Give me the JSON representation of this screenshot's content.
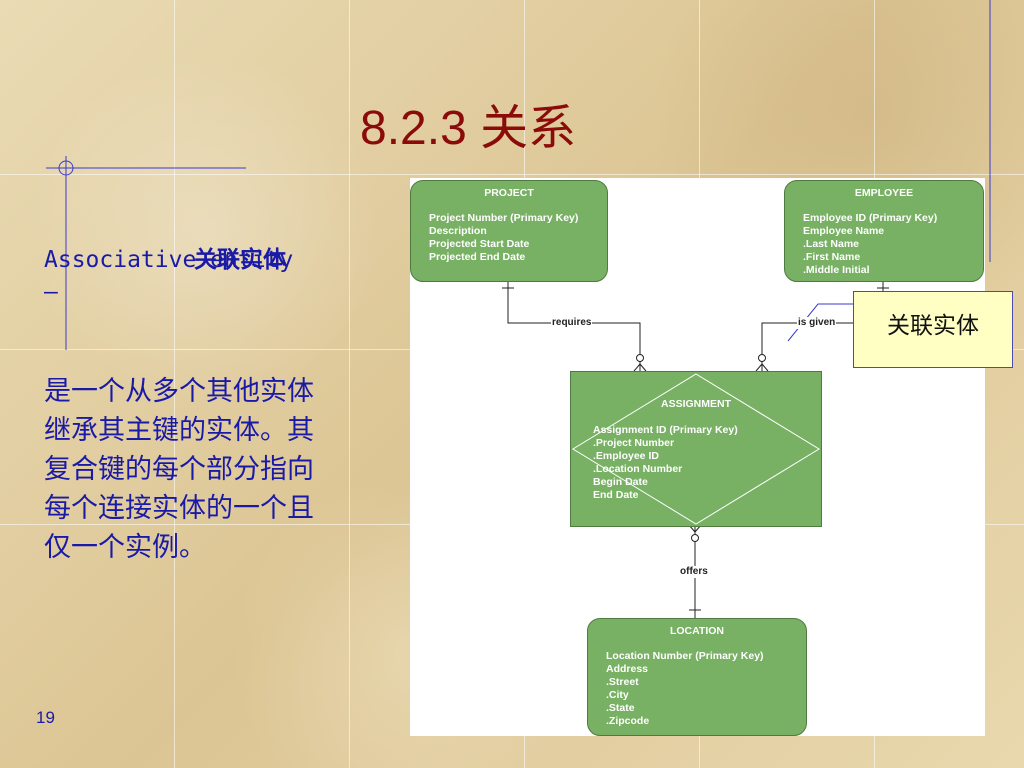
{
  "slide": {
    "title": "8.2.3 关系",
    "term_en": "Associative entity",
    "term_cn": "关联实体",
    "term_dash": "–",
    "description": "是一个从多个其他实体继承其主键的实体。其复合键的每个部分指向每个连接实体的一个且仅一个实例。",
    "page_number": "19",
    "callout": "关联实体"
  },
  "diagram": {
    "entities": {
      "project": {
        "name": "PROJECT",
        "attributes": [
          "Project Number (Primary Key)",
          "Description",
          "Projected Start Date",
          "Projected End Date"
        ]
      },
      "employee": {
        "name": "EMPLOYEE",
        "attributes": [
          "Employee ID (Primary Key)",
          "Employee Name",
          ".Last Name",
          ".First Name",
          ".Middle Initial"
        ]
      },
      "assignment": {
        "name": "ASSIGNMENT",
        "attributes": [
          "Assignment ID (Primary Key)",
          ".Project Number",
          ".Employee ID",
          ".Location Number",
          "Begin Date",
          "End Date"
        ]
      },
      "location": {
        "name": "LOCATION",
        "attributes": [
          "Location Number (Primary Key)",
          "Address",
          ".Street",
          ".City",
          ".State",
          ".Zipcode"
        ]
      }
    },
    "relationships": {
      "requires": "requires",
      "is_given": "is given",
      "offers": "offers"
    }
  },
  "colors": {
    "title": "#8b0a0a",
    "text": "#1a1aa8",
    "entity_fill": "#78b064",
    "callout_fill": "#ffffc4"
  }
}
